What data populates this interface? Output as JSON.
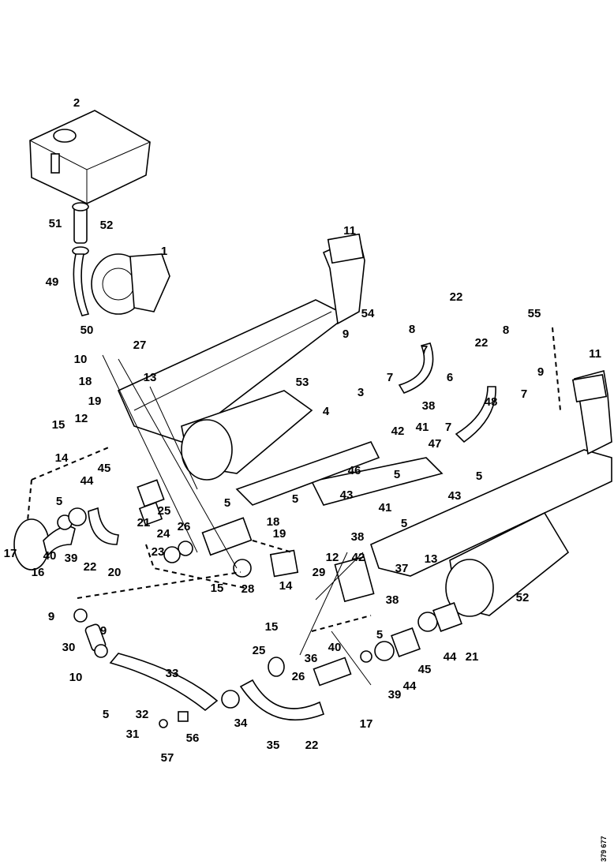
{
  "diagram": {
    "reference_number": "379 677",
    "part_labels": [
      "2",
      "51",
      "52",
      "1",
      "11",
      "49",
      "22",
      "54",
      "9",
      "8",
      "55",
      "8",
      "22",
      "50",
      "10",
      "27",
      "7",
      "11",
      "9",
      "7",
      "6",
      "7",
      "48",
      "18",
      "53",
      "3",
      "13",
      "19",
      "4",
      "38",
      "15",
      "12",
      "41",
      "42",
      "47",
      "7",
      "14",
      "45",
      "44",
      "46",
      "5",
      "5",
      "43",
      "43",
      "5",
      "25",
      "21",
      "26",
      "5",
      "5",
      "41",
      "5",
      "17",
      "40",
      "39",
      "22",
      "16",
      "20",
      "24",
      "23",
      "18",
      "19",
      "38",
      "42",
      "15",
      "28",
      "29",
      "12",
      "37",
      "13",
      "14",
      "38",
      "52",
      "9",
      "15",
      "9",
      "30",
      "5",
      "25",
      "36",
      "40",
      "26",
      "21",
      "44",
      "45",
      "44",
      "39",
      "33",
      "10",
      "5",
      "32",
      "31",
      "56",
      "34",
      "17",
      "35",
      "22",
      "57"
    ]
  }
}
